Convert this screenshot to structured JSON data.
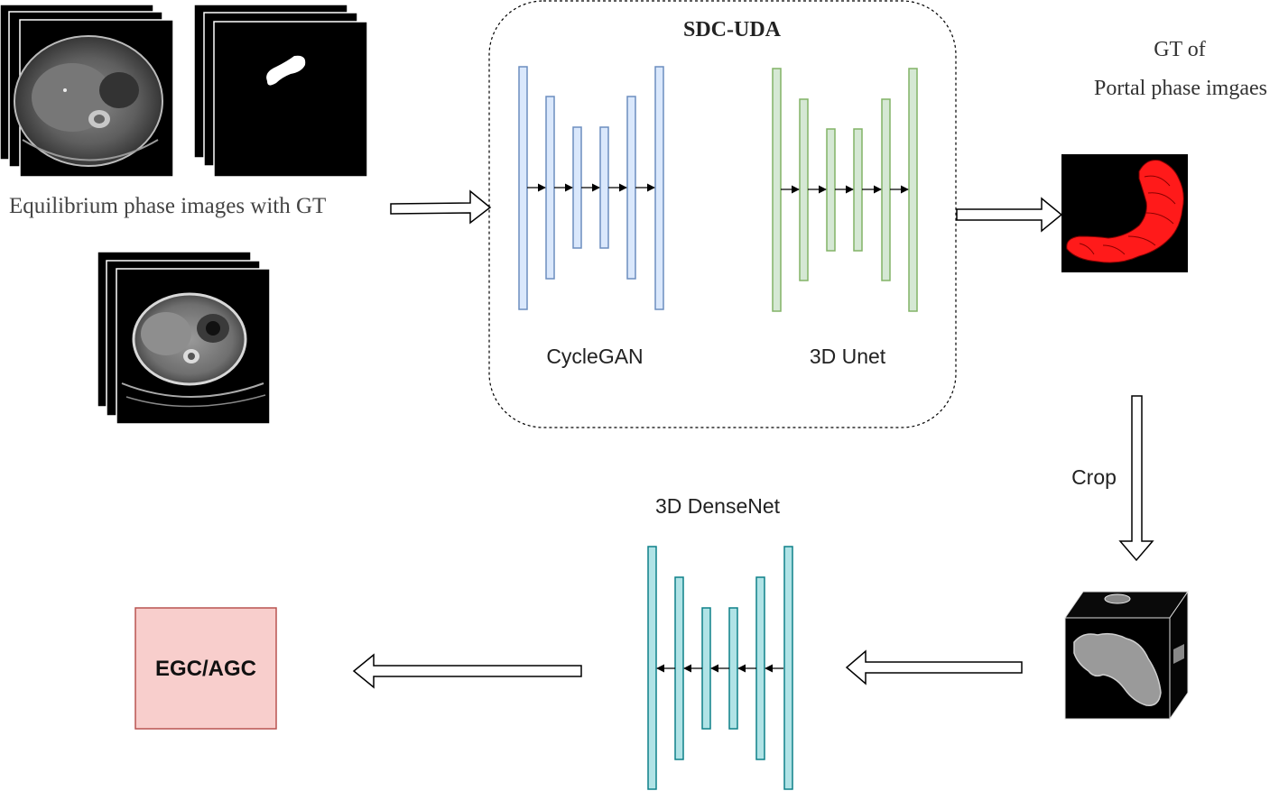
{
  "input": {
    "caption": "Equilibrium phase images with GT"
  },
  "sdc_uda": {
    "title": "SDC-UDA",
    "cyclegan_label": "CycleGAN",
    "unet_label": "3D Unet"
  },
  "output_gt": {
    "line1": "GT of",
    "line2": "Portal phase imgaes"
  },
  "crop_label": "Crop",
  "densenet_label": "3D DenseNet",
  "result_label": "EGC/AGC",
  "colors": {
    "cyclegan_fill": "#dae8fc",
    "cyclegan_stroke": "#6c8ebf",
    "unet_fill": "#d5e8d4",
    "unet_stroke": "#82b366",
    "densenet_fill": "#b0e3e6",
    "densenet_stroke": "#0e8088",
    "result_fill": "#f8cecc",
    "result_stroke": "#b85450",
    "mask_red": "#ff1a1a"
  }
}
